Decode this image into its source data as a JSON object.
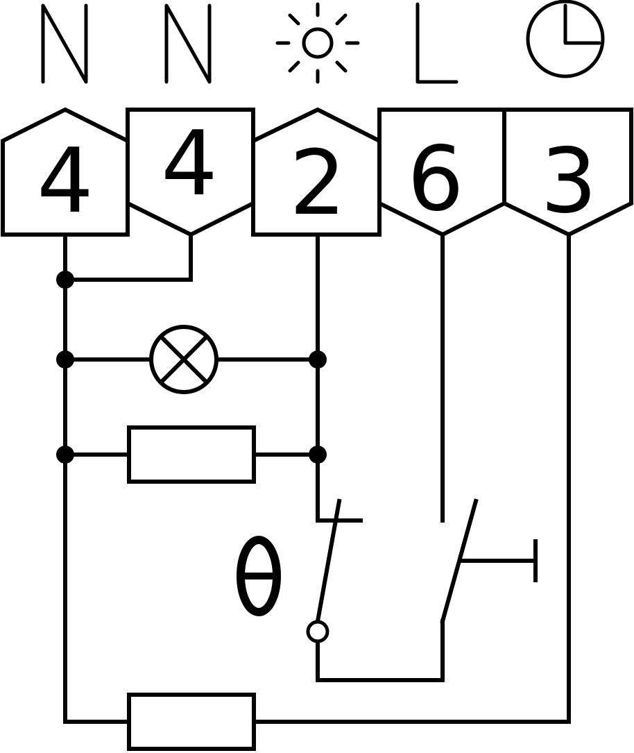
{
  "header": {
    "labels": [
      {
        "text": "N"
      },
      {
        "text": "N"
      },
      {
        "icon": "sun-icon"
      },
      {
        "text": "L"
      },
      {
        "icon": "clock-icon"
      }
    ]
  },
  "terminals": [
    {
      "number": "4"
    },
    {
      "number": "4"
    },
    {
      "number": "2"
    },
    {
      "number": "6"
    },
    {
      "number": "3"
    }
  ],
  "symbols": {
    "thermal_symbol": "θ",
    "icons": [
      "lamp-icon",
      "resistor-icon",
      "thermal-switch-icon",
      "manual-switch-icon",
      "heater-resistor-icon"
    ]
  }
}
